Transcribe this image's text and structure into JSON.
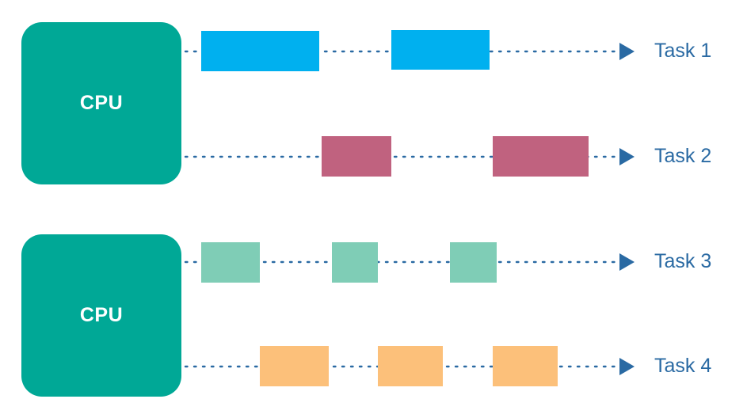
{
  "diagram": {
    "processors": [
      {
        "label": "CPU"
      },
      {
        "label": "CPU"
      }
    ],
    "tasks": [
      {
        "label": "Task 1",
        "color": "#00b0ef"
      },
      {
        "label": "Task 2",
        "color": "#c0627f"
      },
      {
        "label": "Task 3",
        "color": "#7fcdb6"
      },
      {
        "label": "Task 4",
        "color": "#fcc07a"
      }
    ],
    "line_color": "#2a6aa3",
    "cpu_color": "#00a896"
  }
}
